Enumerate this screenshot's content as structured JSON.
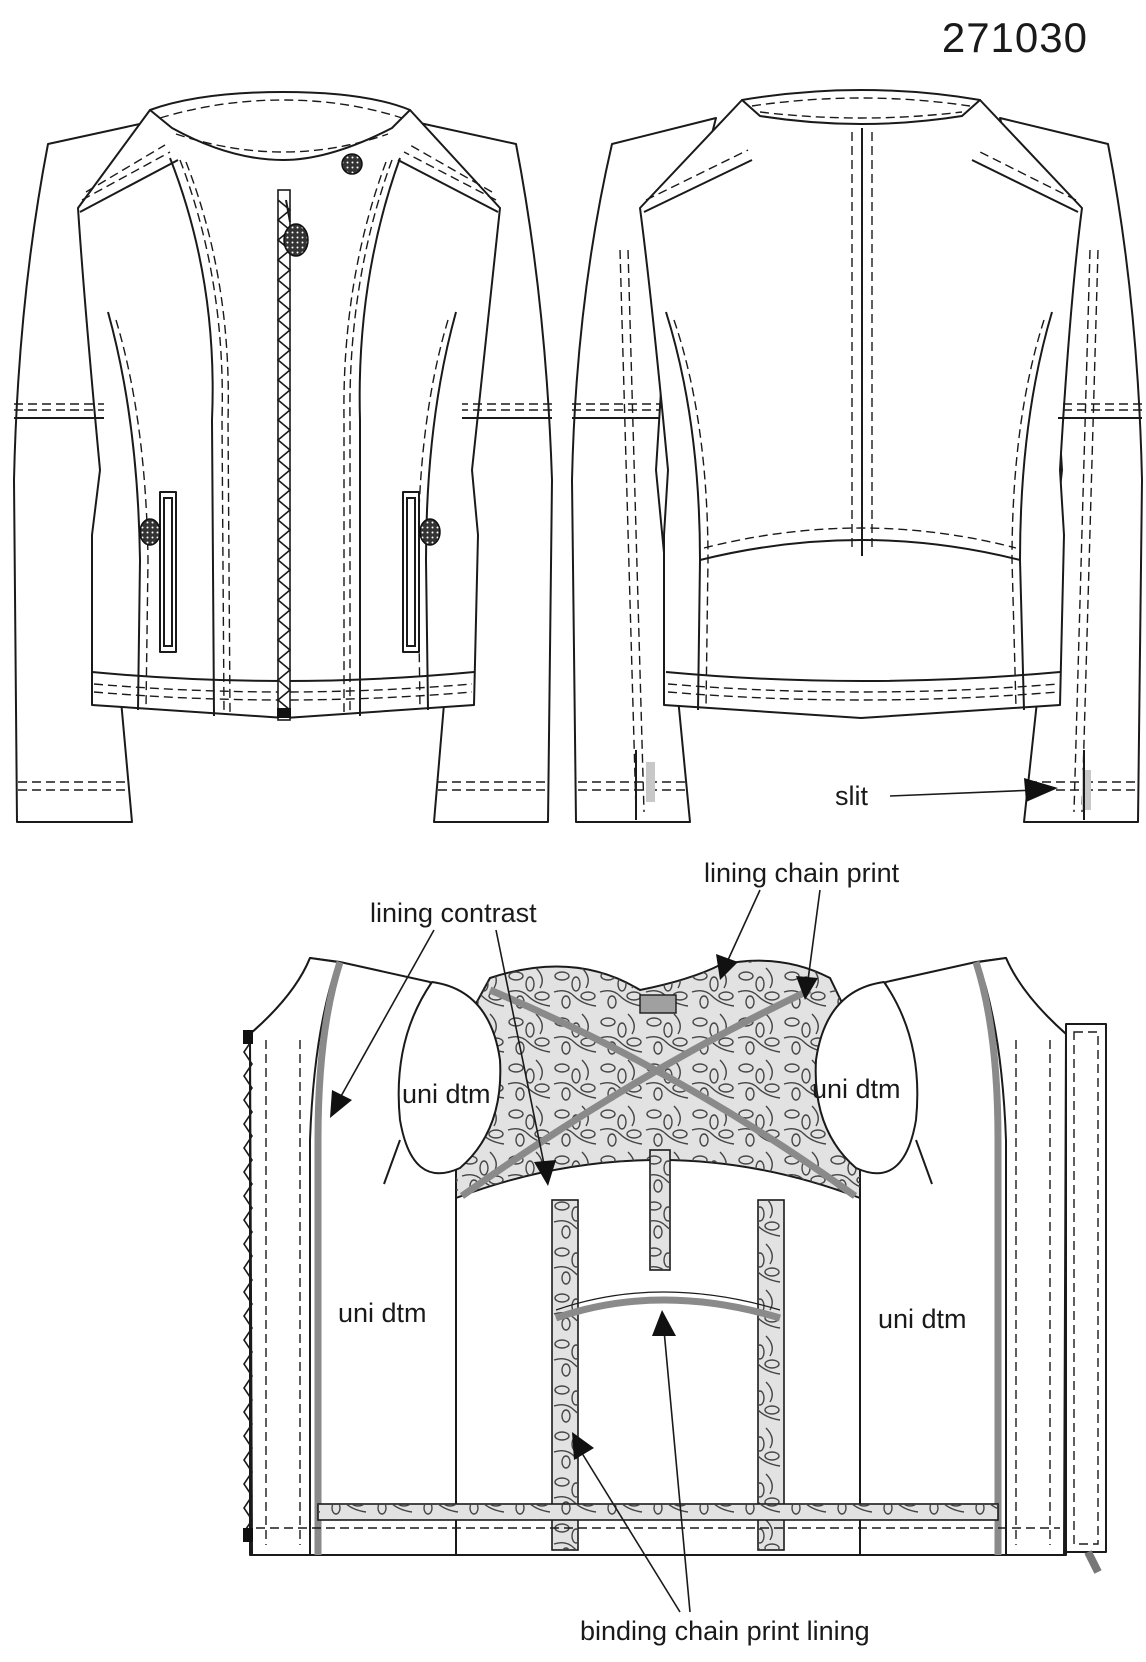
{
  "style_number": "271030",
  "labels": {
    "slit": "slit",
    "lining_chain_print": "lining chain print",
    "lining_contrast": "lining contrast",
    "uni_dtm": "uni dtm",
    "binding_chain_print_lining": "binding chain print lining"
  },
  "colors": {
    "outline": "#1a1a1a",
    "lining_contrast_band": "#8a8a8a",
    "chain_print_fill": "#e2e2e2",
    "label_patch": "#a0a0a0"
  }
}
